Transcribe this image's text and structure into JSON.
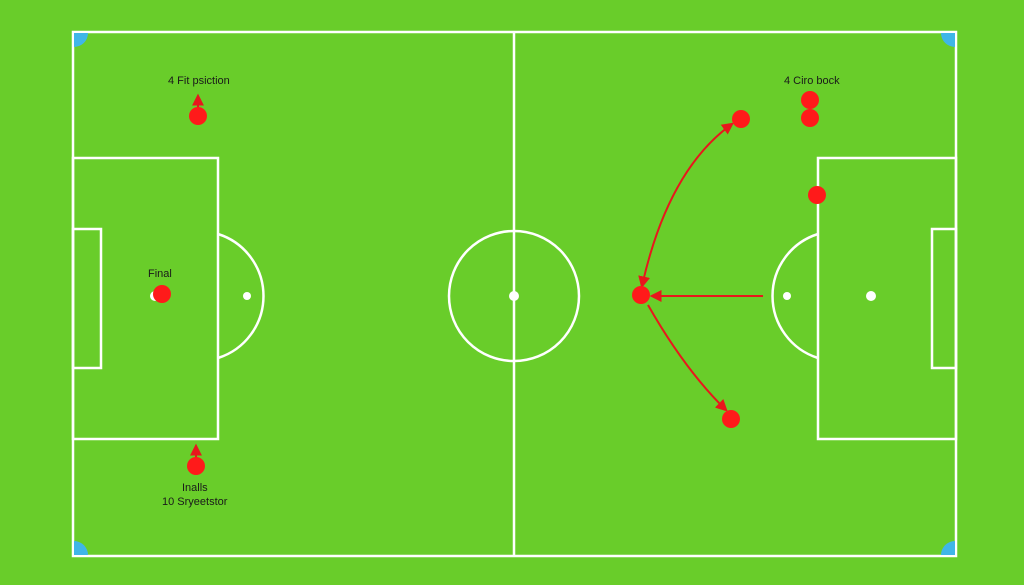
{
  "labels": {
    "top_left": "4 Fit psiction",
    "top_right": "4 Ciro bock",
    "final": "Final",
    "bottom_line1": "Inalls",
    "bottom_line2": "10 Sryeetstor"
  },
  "colors": {
    "grass": "#69cd2a",
    "lines": "#ffffff",
    "players": "#ff1a1a",
    "arrows": "#e8171c",
    "corner_flags": "#3fb6e8"
  }
}
